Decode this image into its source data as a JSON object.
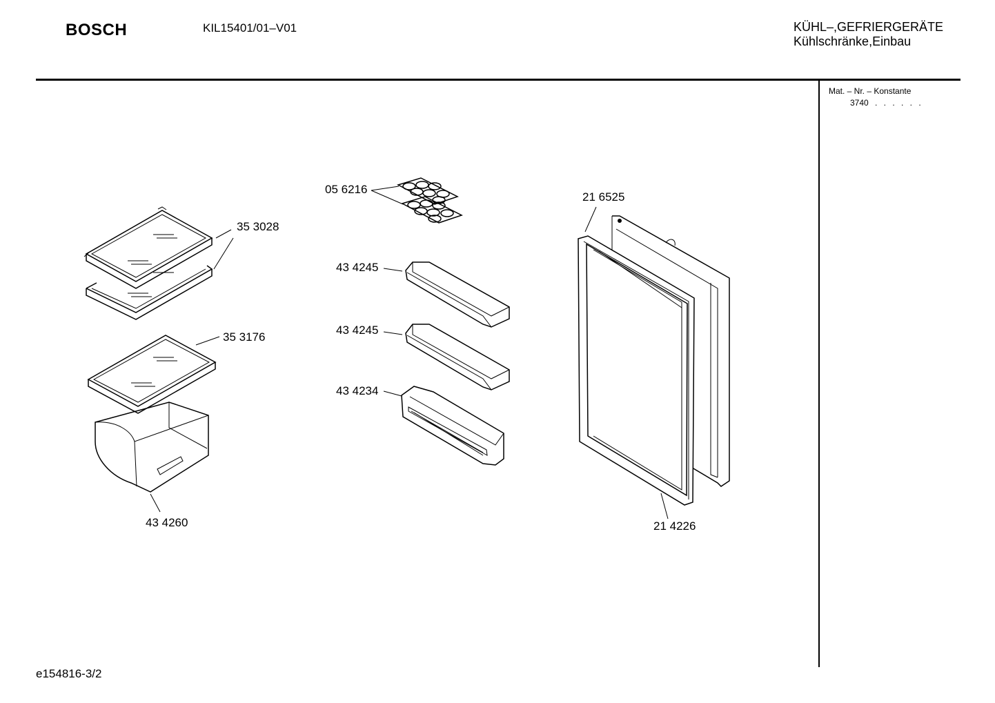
{
  "header": {
    "brand": "BOSCH",
    "model": "KIL15401/01–V01",
    "category_line1": "KÜHL–,GEFRIERGERÄTE",
    "category_line2": "Kühlschränke,Einbau"
  },
  "side_panel": {
    "title": "Mat. – Nr. – Konstante",
    "value": "3740",
    "dots": ". .   . . . ."
  },
  "parts": [
    {
      "number": "35 3028",
      "description": "glass-shelf"
    },
    {
      "number": "35 3176",
      "description": "glass-shelf"
    },
    {
      "number": "43 4260",
      "description": "vegetable-drawer"
    },
    {
      "number": "05 6216",
      "description": "egg-tray"
    },
    {
      "number": "43 4245",
      "description": "door-shelf"
    },
    {
      "number": "43 4245",
      "description": "door-shelf"
    },
    {
      "number": "43 4234",
      "description": "door-bottle-shelf"
    },
    {
      "number": "21 6525",
      "description": "door"
    },
    {
      "number": "21 4226",
      "description": "door-gasket"
    }
  ],
  "footer": {
    "doc_id": "e154816-3/2"
  }
}
